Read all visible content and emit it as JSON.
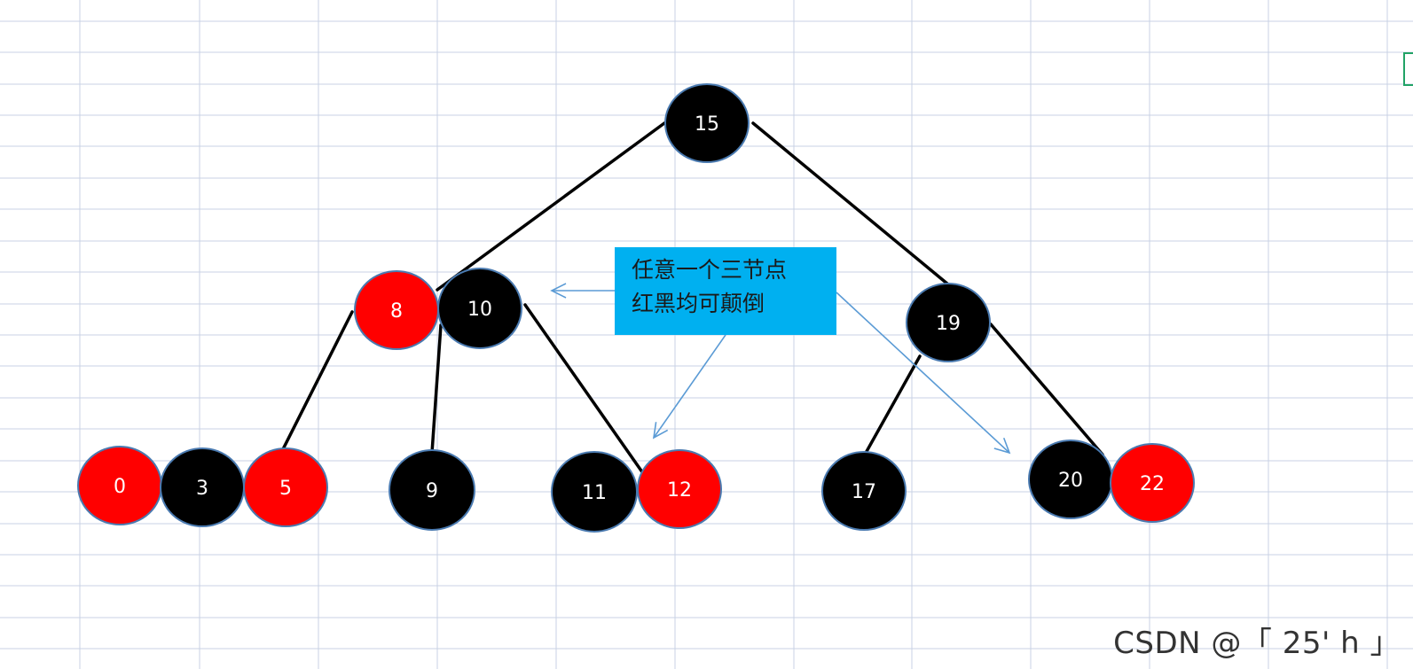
{
  "colors": {
    "grid": "#c8d2e4",
    "red_node": "#ff0000",
    "black_node": "#000000",
    "node_stroke": "#4a7ab0",
    "edge": "#000000",
    "note_bg": "#00b0f0",
    "arrow": "#5b9bd5",
    "node_text": "#ffffff"
  },
  "tree": {
    "nodes": [
      {
        "id": "n15",
        "label": "15",
        "color": "black"
      },
      {
        "id": "n8",
        "label": "8",
        "color": "red"
      },
      {
        "id": "n10",
        "label": "10",
        "color": "black"
      },
      {
        "id": "n19",
        "label": "19",
        "color": "black"
      },
      {
        "id": "n0",
        "label": "0",
        "color": "red"
      },
      {
        "id": "n3",
        "label": "3",
        "color": "black"
      },
      {
        "id": "n5",
        "label": "5",
        "color": "red"
      },
      {
        "id": "n9",
        "label": "9",
        "color": "black"
      },
      {
        "id": "n11",
        "label": "11",
        "color": "black"
      },
      {
        "id": "n12",
        "label": "12",
        "color": "red"
      },
      {
        "id": "n17",
        "label": "17",
        "color": "black"
      },
      {
        "id": "n20",
        "label": "20",
        "color": "black"
      },
      {
        "id": "n22",
        "label": "22",
        "color": "red"
      }
    ],
    "edges": [
      {
        "from": "n15",
        "to": "n10"
      },
      {
        "from": "n15",
        "to": "n19"
      },
      {
        "from": "n8",
        "to": "n5"
      },
      {
        "from": "n10",
        "to": "n9"
      },
      {
        "from": "n10",
        "to": "n12"
      },
      {
        "from": "n19",
        "to": "n17"
      },
      {
        "from": "n19",
        "to": "n20"
      }
    ]
  },
  "note": {
    "lines": [
      "任意一个三节点",
      "红黑均可颠倒"
    ]
  },
  "watermark": "CSDN @「 25' h 」"
}
